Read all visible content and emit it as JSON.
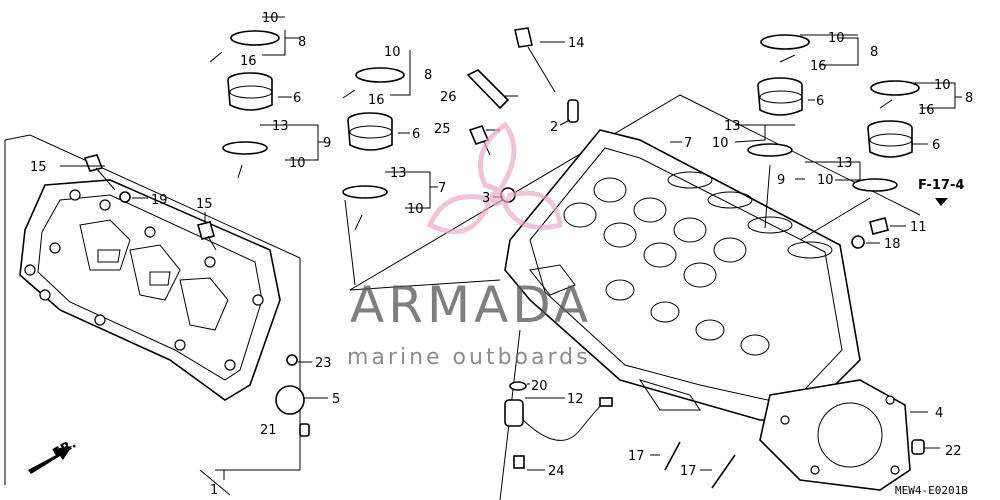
{
  "labels": {
    "l1": "1",
    "l2": "2",
    "l3": "3",
    "l4": "4",
    "l5": "5",
    "l6a": "6",
    "l6b": "6",
    "l6c": "6",
    "l6d": "6",
    "l7a": "7",
    "l7b": "7",
    "l8a": "8",
    "l8b": "8",
    "l8c": "8",
    "l8d": "8",
    "l9a": "9",
    "l9b": "9",
    "l10a": "10",
    "l10b": "10",
    "l10c": "10",
    "l10d": "10",
    "l10e": "10",
    "l10f": "10",
    "l10g": "10",
    "l10h": "10",
    "l11": "11",
    "l12": "12",
    "l13a": "13",
    "l13b": "13",
    "l13c": "13",
    "l13d": "13",
    "l14": "14",
    "l15a": "15",
    "l15b": "15",
    "l16a": "16",
    "l16b": "16",
    "l16c": "16",
    "l16d": "16",
    "l17a": "17",
    "l17b": "17",
    "l18": "18",
    "l19": "19",
    "l20": "20",
    "l21": "21",
    "l22": "22",
    "l23": "23",
    "l24": "24",
    "l25": "25",
    "l26": "26"
  },
  "reference": "F-17-4",
  "front_marker": "FR.",
  "diagram_code": "MEW4-E0201B",
  "watermark": {
    "title": "ARMADA",
    "subtitle": "marine outboards",
    "logo_color": "#e8a6c4"
  }
}
